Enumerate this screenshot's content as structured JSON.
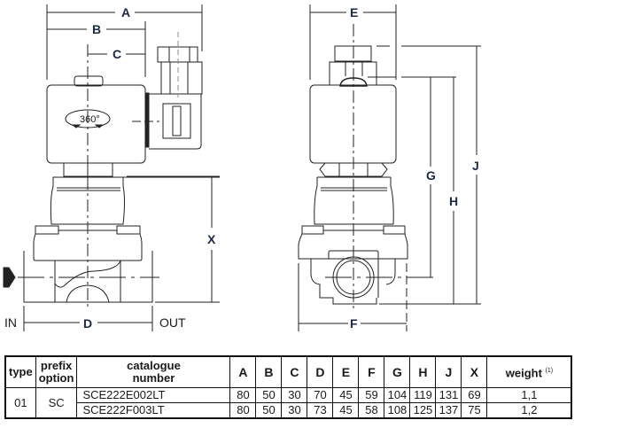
{
  "drawing": {
    "dimension_labels": {
      "A": "A",
      "B": "B",
      "C": "C",
      "D": "D",
      "E": "E",
      "F": "F",
      "G": "G",
      "H": "H",
      "J": "J",
      "X": "X"
    },
    "port_labels": {
      "inlet": "IN",
      "outlet": "OUT"
    },
    "rotation_label": "360°",
    "icons": [
      "flow-direction-arrow-icon",
      "rotation-arrows-icon"
    ]
  },
  "table": {
    "headers": {
      "type": "type",
      "prefix_line1": "prefix",
      "prefix_line2": "option",
      "catalogue_line1": "catalogue",
      "catalogue_line2": "number",
      "dims": [
        "A",
        "B",
        "C",
        "D",
        "E",
        "F",
        "G",
        "H",
        "J",
        "X"
      ],
      "weight": "weight",
      "weight_note": "(1)"
    },
    "type_value": "01",
    "prefix_value": "SC",
    "rows": [
      {
        "catalogue": "SCE222E002LT",
        "A": "80",
        "B": "50",
        "C": "30",
        "D": "70",
        "E": "45",
        "F": "59",
        "G": "104",
        "H": "119",
        "J": "131",
        "X": "69",
        "weight": "1,1"
      },
      {
        "catalogue": "SCE222F003LT",
        "A": "80",
        "B": "50",
        "C": "30",
        "D": "73",
        "E": "45",
        "F": "58",
        "G": "108",
        "H": "125",
        "J": "137",
        "X": "75",
        "weight": "1,2"
      }
    ]
  }
}
